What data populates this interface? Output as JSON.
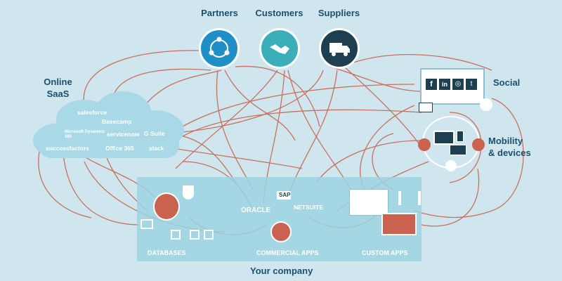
{
  "labels": {
    "partners": "Partners",
    "customers": "Customers",
    "suppliers": "Suppliers",
    "online": "Online",
    "saas": "SaaS",
    "social": "Social",
    "mobility": "Mobility",
    "devices": "& devices",
    "databases": "DATABASES",
    "commercial_apps": "COMMERCIAL APPS",
    "custom_apps": "CUSTOM APPS",
    "your_company": "Your company"
  },
  "saas_logos": {
    "salesforce": "salesforce",
    "basecamp": "Basecamp",
    "dynamics": "Microsoft Dynamics 365",
    "servicenow": "servicenow",
    "gsuite": "G Suite",
    "successfactors": "successfactors",
    "office365": "Office 365",
    "slack": "slack"
  },
  "app_logos": {
    "oracle": "ORACLE",
    "sap": "SAP",
    "netsuite": "NETSUITE"
  },
  "colors": {
    "background": "#cfe6ee",
    "connector": "#c9634f",
    "heading": "#1c4f6e",
    "company_panel": "#9cd3e0",
    "cloud": "#a9d9e6",
    "partners_circle": "#1f8fc8",
    "customers_circle": "#3aafb9",
    "suppliers_circle": "#1e3f4f"
  },
  "icons": {
    "partners": "people-network-icon",
    "customers": "handshake-icon",
    "suppliers": "delivery-truck-icon",
    "social": [
      "facebook-icon",
      "linkedin-icon",
      "instagram-icon",
      "twitter-icon"
    ],
    "database": "database-icon",
    "gear": "gear-icon"
  }
}
